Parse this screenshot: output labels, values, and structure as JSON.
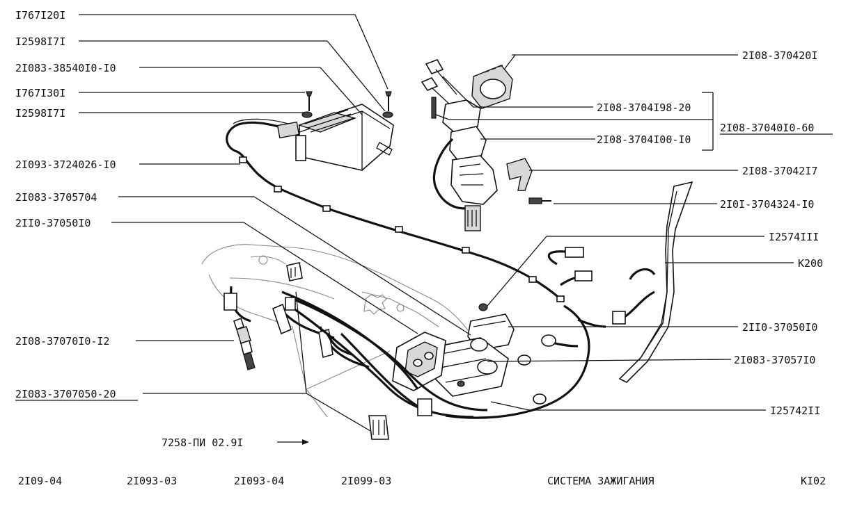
{
  "labels_left": [
    "I767I20I",
    "I2598I7I",
    "2I083-38540I0-I0",
    "I767I30I",
    "I2598I7I",
    "2I093-3724026-I0",
    "2I083-3705704",
    "2II0-37050I0",
    "2I08-37070I0-I2",
    "2I083-3707050-20"
  ],
  "labels_right": [
    "2I08-370420I",
    "2I08-3704I98-20",
    "2I08-37040I0-60",
    "2I08-3704I00-I0",
    "2I08-37042I7",
    "2I0I-3704324-I0",
    "I2574III",
    "K200",
    "2II0-37050I0",
    "2I083-37057I0",
    "I25742II"
  ],
  "drawing_code": "7258-ПИ  02.9I",
  "footer": {
    "models": [
      "2I09-04",
      "2I093-03",
      "2I093-04",
      "2I099-03"
    ],
    "title": "СИСТЕМА ЗАЖИГАНИЯ",
    "page": "KI02"
  }
}
